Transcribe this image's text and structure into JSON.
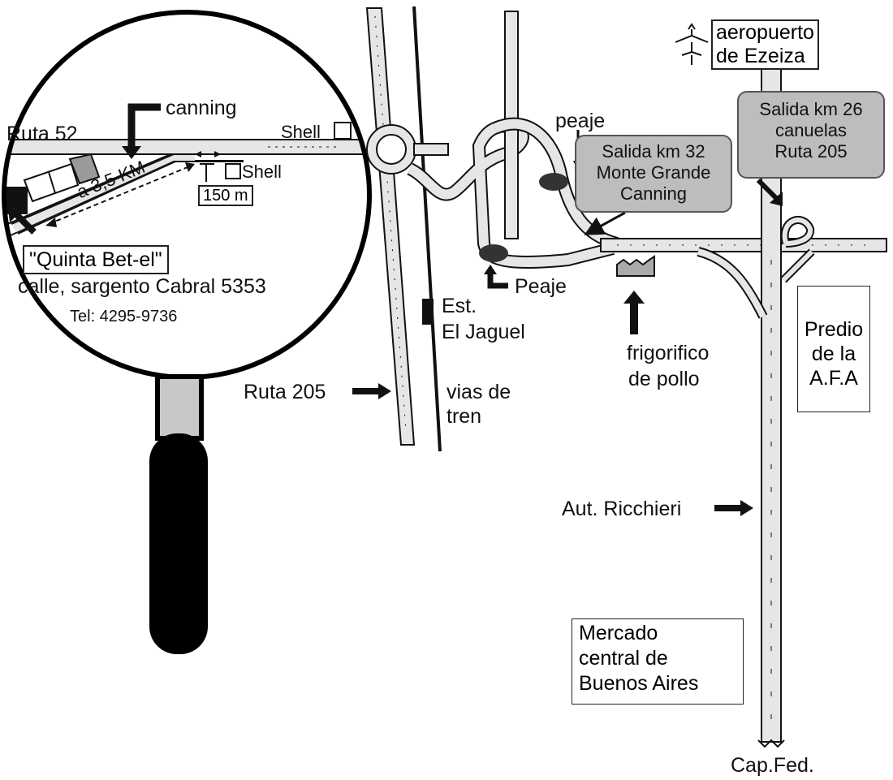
{
  "labels": {
    "ruta52": "Ruta 52",
    "canning": "canning",
    "shell_top": "Shell",
    "shell_bottom": "Shell",
    "distance_150": "150 m",
    "distance_35km": "a 3,5 KM",
    "quinta": "\"Quinta Bet-el\"",
    "address": "calle, sargento Cabral 5353",
    "tel": "Tel: 4295-9736",
    "ruta205_arrow": "Ruta 205",
    "vias_line1": "vias de",
    "vias_line2": "tren",
    "est_line1": "Est.",
    "est_line2": "El Jaguel",
    "peaje_top": "peaje",
    "peaje_bottom": "Peaje",
    "frigo_line1": "frigorifico",
    "frigo_line2": "de pollo",
    "aeropuerto_line1": "aeropuerto",
    "aeropuerto_line2": "de Ezeiza",
    "aut_ricchieri": "Aut. Ricchieri",
    "cap_fed": "Cap.Fed."
  },
  "exit_km32": {
    "line1": "Salida km 32",
    "line2": "Monte Grande",
    "line3": "Canning"
  },
  "exit_km26": {
    "line1": "Salida km 26",
    "line2": "canuelas",
    "line3": "Ruta 205"
  },
  "predio": {
    "line1": "Predio",
    "line2": "de la",
    "line3": "A.F.A"
  },
  "mercado": {
    "line1": "Mercado",
    "line2": "central de",
    "line3": "Buenos Aires"
  },
  "colors": {
    "road_fill": "#e6e6e6",
    "road_edge": "#111111",
    "box_fill": "#bdbdbd",
    "toll": "#333333"
  }
}
